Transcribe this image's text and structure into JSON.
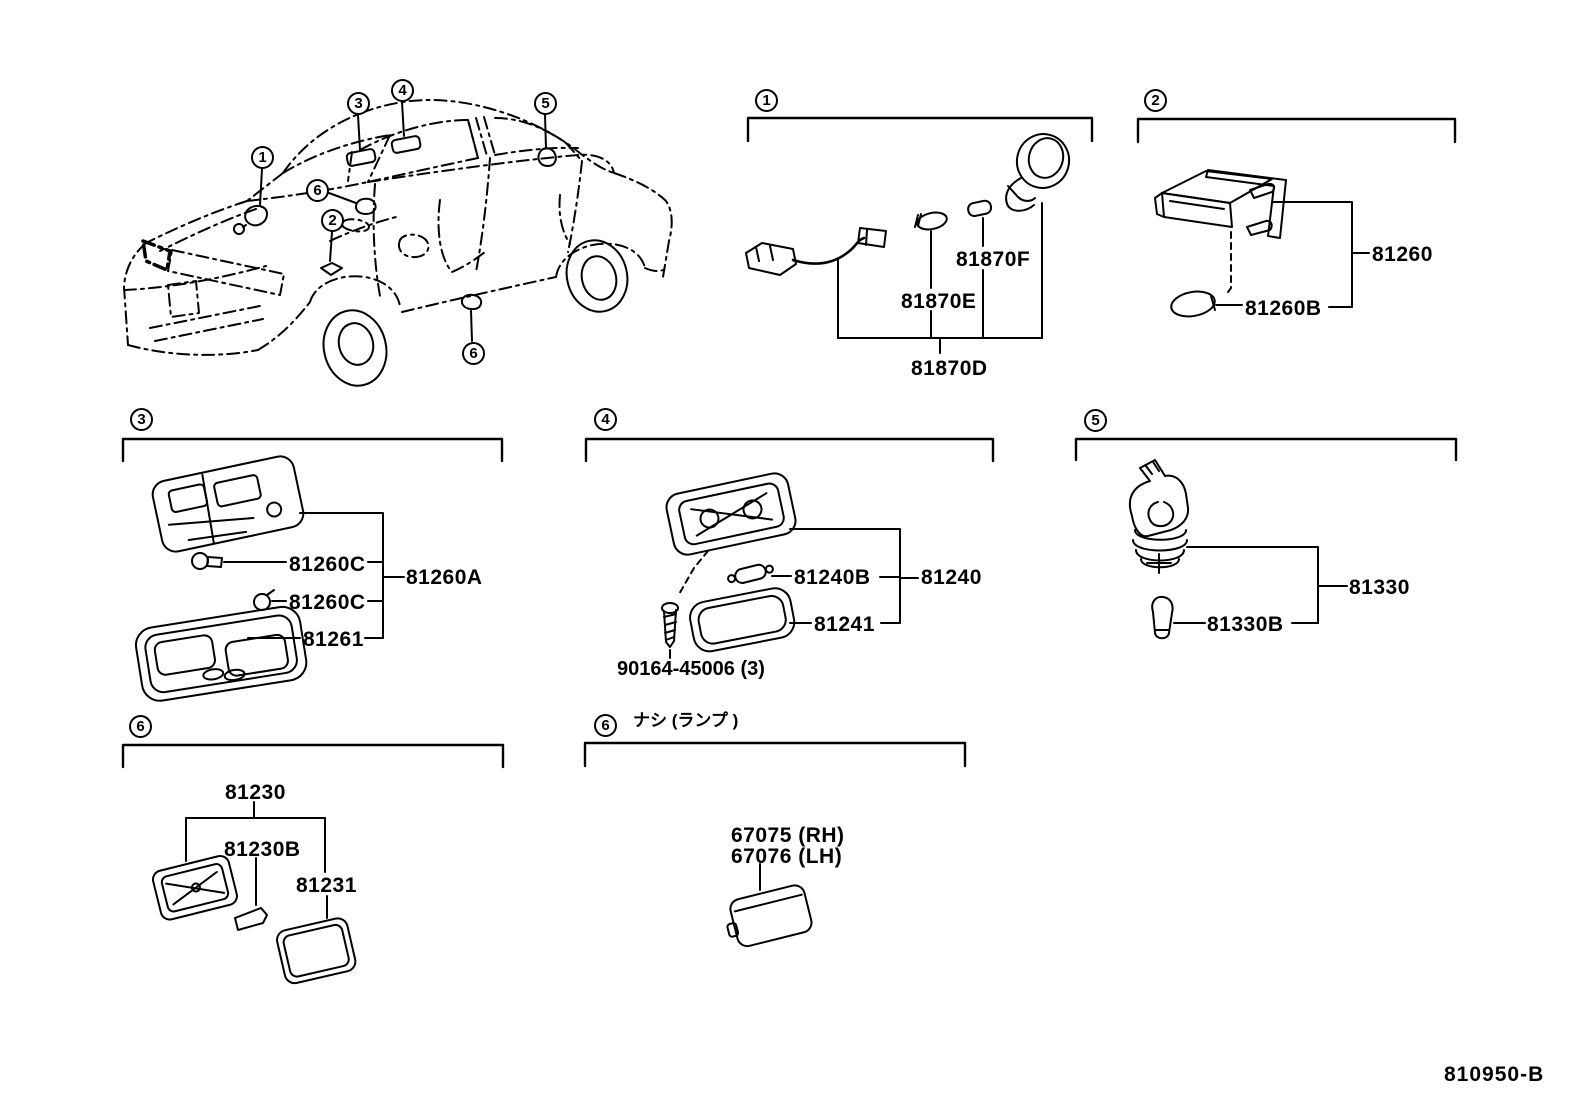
{
  "page": {
    "background": "#ffffff",
    "line_color": "#000000",
    "drawing_number": "810950-B"
  },
  "car": {
    "callouts": [
      "1",
      "2",
      "3",
      "4",
      "5",
      "6",
      "6"
    ]
  },
  "sections": [
    {
      "callout": "1",
      "parts": [
        "81870F",
        "81870E",
        "81870D"
      ]
    },
    {
      "callout": "2",
      "parts": [
        "81260",
        "81260B"
      ]
    },
    {
      "callout": "3",
      "parts": [
        "81260C",
        "81260A",
        "81260C",
        "81261"
      ]
    },
    {
      "callout": "4",
      "parts": [
        "81240B",
        "81240",
        "81241",
        "90164-45006 (3)"
      ]
    },
    {
      "callout": "5",
      "parts": [
        "81330",
        "81330B"
      ]
    },
    {
      "callout": "6",
      "parts": [
        "81230",
        "81230B",
        "81231"
      ]
    },
    {
      "callout": "6",
      "note": "ナシ (ランプ )",
      "parts": [
        "67075 (RH)",
        "67076 (LH)"
      ]
    }
  ]
}
